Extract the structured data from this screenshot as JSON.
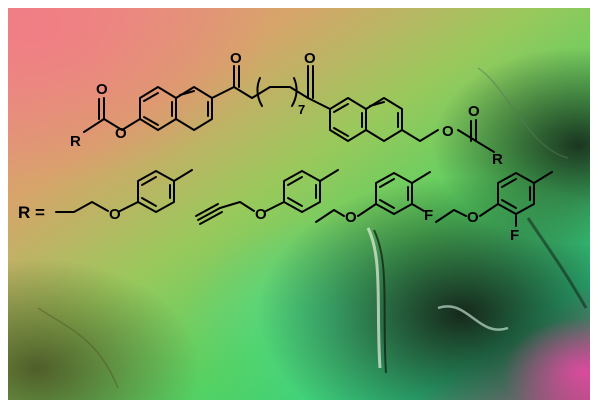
{
  "structure": {
    "core": {
      "carbonyl_oxygen_label": "O",
      "ester_oxygen_label": "O",
      "substituent_label": "R",
      "methylene_repeat_count": "7"
    },
    "r_definition": {
      "label": "R =",
      "oxygen_label": "O",
      "fluoro_label": "F"
    }
  },
  "colors": {
    "bond_color": "#000000",
    "background_gradient": [
      "#e98a86",
      "#8cc85a",
      "#3fcf6a",
      "#1f3020",
      "#d850a0"
    ]
  }
}
